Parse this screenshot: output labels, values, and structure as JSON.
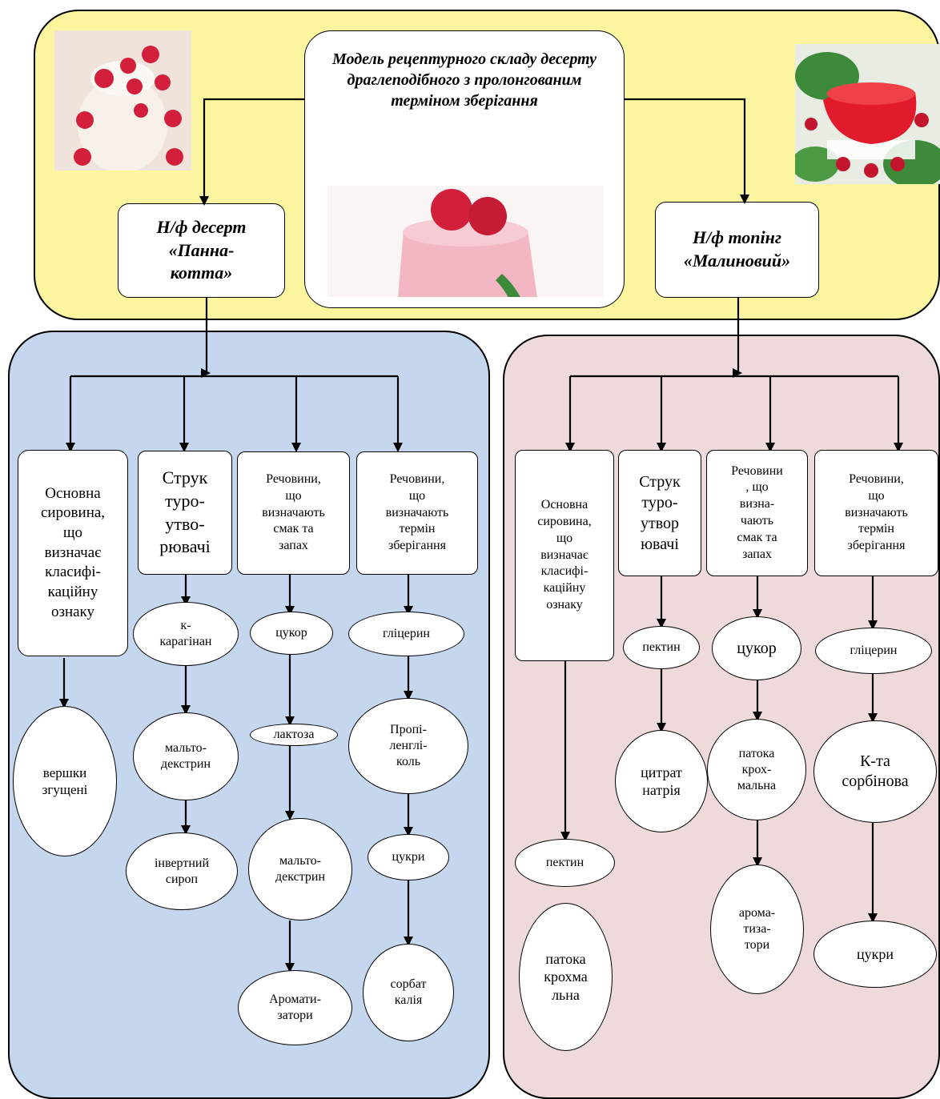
{
  "title": "Модель рецептурного складу десерту драглеподібного з пролонгованим терміном зберігання",
  "left_branch": {
    "title": "Н/ф десерт\n«Панна-\nкотта»",
    "categories": [
      "Основна\nсировина,\nщо\nвизначає\nкласифі-\nкаційну\nознаку",
      "Струк\nтуро-\nутво-\nрювачі",
      "Речовини,\nщо\nвизначають\nсмак та\nзапах",
      "Речовини,\nщо\nвизначають\nтермін\nзберігання"
    ],
    "items": {
      "base": [
        "вершки\nзгущені"
      ],
      "structure": [
        "к-\nкарагінан",
        "мальто-\nдекстрин",
        "інвертний\nсироп"
      ],
      "taste": [
        "цукор",
        "лактоза",
        "мальто-\nдекстрин",
        "Аромати-\nзатори"
      ],
      "shelf": [
        "гліцерин",
        "Пропі-\nленглі-\nколь",
        "цукри",
        "сорбат\nкалія"
      ]
    }
  },
  "right_branch": {
    "title": "Н/ф топінг\n«Малиновий»",
    "categories": [
      "Основна\nсировина,\nщо\nвизначає\nкласифі-\nкаційну\nознаку",
      "Струк\nтуро-\nутвор\nювачі",
      "Речовини\n, що\nвизна-\nчають\nсмак та\nзапах",
      "Речовини,\nщо\nвизначають\nтермін\nзберігання"
    ],
    "items": {
      "base": [
        "пектин",
        "патока\nкрохма\nльна"
      ],
      "structure": [
        "пектин",
        "цитрат\nнатрія"
      ],
      "taste": [
        "цукор",
        "патока\nкрох-\nмальна",
        "арома-\nтиза-\nтори"
      ],
      "shelf": [
        "гліцерин",
        "К-та\nсорбінова",
        "цукри"
      ]
    }
  },
  "colors": {
    "top_panel": "#faf59e",
    "left_panel": "#c5d7ee",
    "right_panel": "#eedada",
    "raspberry": "#d21f3c",
    "cream": "#f8f1ea",
    "pink_dessert": "#f3b7c3",
    "leaf": "#3e8a3b"
  }
}
